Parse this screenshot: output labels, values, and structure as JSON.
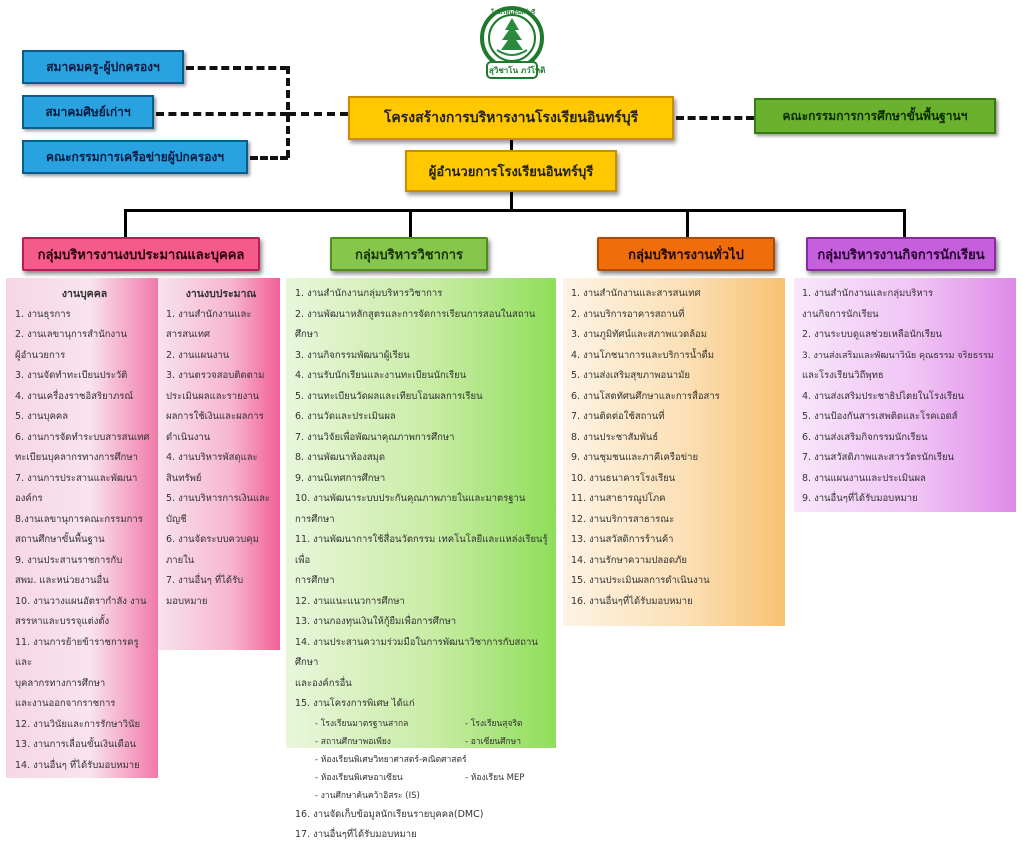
{
  "logo": {
    "top_text": "โรงเรียนอินทร์บุรี",
    "bottom_text": "สุวิชาโน ภวํโหติ"
  },
  "title": "โครงสร้างการบริหารงานโรงเรียนอินทร์บุรี",
  "director": "ผู้อำนวยการโรงเรียนอินทร์บุรี",
  "left_boxes": [
    "สมาคมครู-ผู้ปกครองฯ",
    "สมาคมศิษย์เก่าฯ",
    "คณะกรรมการเครือข่ายผู้ปกครองฯ"
  ],
  "right_box": "คณะกรรมการการศึกษาขั้นพื้นฐานฯ",
  "groups": {
    "budget": "กลุ่มบริหารงานงบประมาณและบุคคล",
    "academic": "กลุ่มบริหารวิชาการ",
    "general": "กลุ่มบริหารงานทั่วไป",
    "student": "กลุ่มบริหารงานกิจการนักเรียน"
  },
  "personnel": {
    "title": "งานบุคคล",
    "items": [
      "1. งานธุรการ",
      "2. งานเลขานุการสำนักงาน",
      "ผู้อำนวยการ",
      "3. งานจัดทำทะเบียนประวัติ",
      "4. งานเครื่องราชอิสริยาภรณ์",
      "5. งานบุคคล",
      "6. งานการจัดทำระบบสารสนเทศ",
      "ทะเบียนบุคลากรทางการศึกษา",
      "7. งานการประสานและพัฒนา",
      "องค์กร",
      "8.งานเลขานุการคณะกรรมการ",
      "สถานศึกษาขั้นพื้นฐาน",
      "9. งานประสานราชการกับ",
      "สพม. และหน่วยงานอื่น",
      "10. งานวางแผนอัตรากำลัง งาน",
      "สรรหาและบรรจุแต่งตั้ง",
      "11. งานการย้ายข้าราชการครูและ",
      "บุคลากรทางการศึกษา",
      "และงานออกจากราชการ",
      "12. งานวินัยและการรักษาวินัย",
      "13. งานการเลื่อนขั้นเงินเดือน",
      "14. งานอื่นๆ ที่ได้รับมอบหมาย"
    ]
  },
  "budget": {
    "title": "งานงบประมาณ",
    "items": [
      "1. งานสำนักงานและ",
      "สารสนเทศ",
      "2. งานแผนงาน",
      "3. งานตรวจสอบติดตาม",
      "ประเมินผลและรายงาน",
      "ผลการใช้เงินและผลการ",
      "ดำเนินงาน",
      "4. งานบริหารพัสดุและ",
      "สินทรัพย์",
      "5. งานบริหารการเงินและ",
      "บัญชี",
      "6. งานจัดระบบควบคุม",
      "ภายใน",
      "7. งานอื่นๆ ที่ได้รับ",
      "มอบหมาย"
    ]
  },
  "academic": {
    "items": [
      "1. งานสำนักงานกลุ่มบริหารวิชาการ",
      "2. งานพัฒนาหลักสูตรและการจัดการเรียนการสอนในสถานศึกษา",
      "3. งานกิจกรรมพัฒนาผู้เรียน",
      "4. งานรับนักเรียนและงานทะเบียนนักเรียน",
      "5. งานทะเบียนวัดผลและเทียบโอนผลการเรียน",
      "6. งานวัดและประเมินผล",
      "7. งานวิจัยเพื่อพัฒนาคุณภาพการศึกษา",
      "8. งานพัฒนาห้องสมุด",
      "9. งานนิเทศการศึกษา",
      "10.  งานพัฒนาระบบประกันคุณภาพภายในและมาตรฐาน",
      "การศึกษา",
      "11. งานพัฒนาการใช้สื่อนวัตกรรม เทคโนโลยีและแหล่งเรียนรู้เพื่อ",
      "การศึกษา",
      "12. งานแนะแนวการศึกษา",
      "13. งานกองทุนเงินให้กู้ยืมเพื่อการศึกษา",
      "14. งานประสานความร่วมมือในการพัฒนาวิชาการกับสถานศึกษา",
      "และองค์กรอื่น",
      "15. งานโครงการพิเศษ ได้แก่"
    ],
    "sub_left": [
      "- โรงเรียนมาตรฐานสากล",
      "- สถานศึกษาพอเพียง",
      "- ห้องเรียนพิเศษวิทยาศาสตร์-คณิตศาสตร์",
      "- ห้องเรียนพิเศษอาเซียน",
      "- งานศึกษาค้นคว้าอิสระ (IS)"
    ],
    "sub_right": [
      "- โรงเรียนสุจริต",
      "- อาเซียนศึกษา",
      "",
      "- ห้องเรียน MEP",
      ""
    ],
    "tail": [
      "16. งานจัดเก็บข้อมูลนักเรียนรายบุคคล(DMC)",
      "17. งานอื่นๆที่ได้รับมอบหมาย"
    ]
  },
  "general": {
    "items": [
      "1. งานสำนักงานและสารสนเทศ",
      "2. งานบริการอาคารสถานที่",
      "3. งานภูมิทัศน์และสภาพแวดล้อม",
      "4. งานโภชนาการและบริการน้ำดื่ม",
      "5. งานส่งเสริมสุขภาพอนามัย",
      "6. งานโสตทัศนศึกษาและการสื่อสาร",
      "7. งานติดต่อใช้สถานที่",
      "8. งานประชาสัมพันธ์",
      "9. งานชุมชนและภาคีเครือข่าย",
      "10. งานธนาคารโรงเรียน",
      "11. งานสาธารณูปโภค",
      "12. งานบริการสาธารณะ",
      "13. งานสวัสดิการร้านค้า",
      "14. งานรักษาความปลอดภัย",
      "15. งานประเมินผลการดำเนินงาน",
      "16. งานอื่นๆที่ได้รับมอบหมาย"
    ]
  },
  "student": {
    "items": [
      "1. งานสำนักงานและกลุ่มบริหาร",
      "งานกิจการนักเรียน",
      "2. งานระบบดูแลช่วยเหลือนักเรียน",
      "3. งานส่งเสริมและพัฒนาวินัย คุณธรรม จริยธรรม",
      "และโรงเรียนวิถีพุทธ",
      "4. งานส่งเสริมประชาธิปไตยในโรงเรียน",
      "5. งานป้องกันสารเสพติดและโรคเอดส์",
      "6. งานส่งเสริมกิจกรรมนักเรียน",
      "7. งานสวัสดิภาพและสารวัตรนักเรียน",
      "8. งานแผนงานและประเมินผล",
      "9. งานอื่นๆที่ได้รับมอบหมาย"
    ]
  },
  "colors": {
    "blue": "#29a3e0",
    "yellow": "#ffc800",
    "green": "#6ab22e",
    "pink": "#f45a8a",
    "orange": "#f06d0b",
    "purple": "#c55fdc"
  }
}
